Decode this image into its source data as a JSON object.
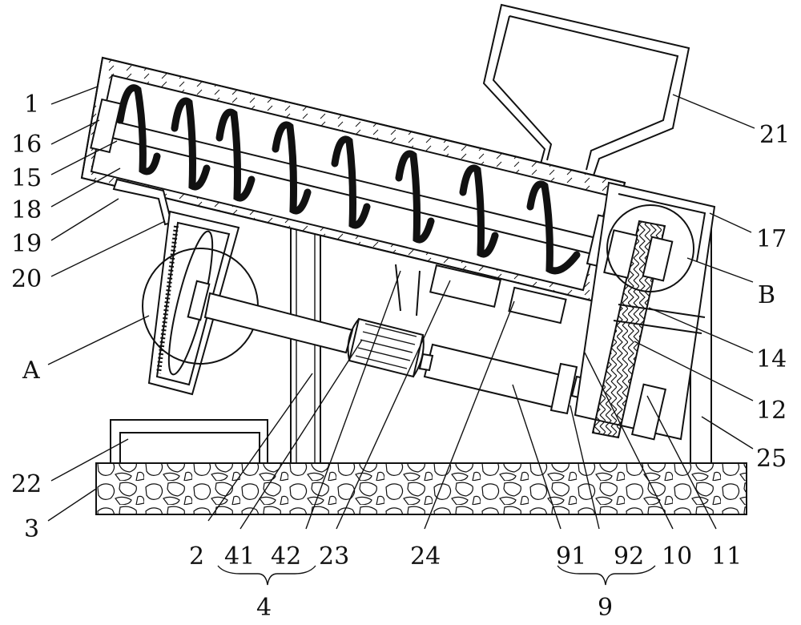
{
  "labels": {
    "l1": "1",
    "l16": "16",
    "l15": "15",
    "l18": "18",
    "l19": "19",
    "l20": "20",
    "lA": "A",
    "l22": "22",
    "l3": "3",
    "l2": "2",
    "l41": "41",
    "l42": "42",
    "l23": "23",
    "l24": "24",
    "l91": "91",
    "l92": "92",
    "l10": "10",
    "l11": "11",
    "l4": "4",
    "l9": "9",
    "l21": "21",
    "l17": "17",
    "lB": "B",
    "l14": "14",
    "l12": "12",
    "l25": "25"
  }
}
